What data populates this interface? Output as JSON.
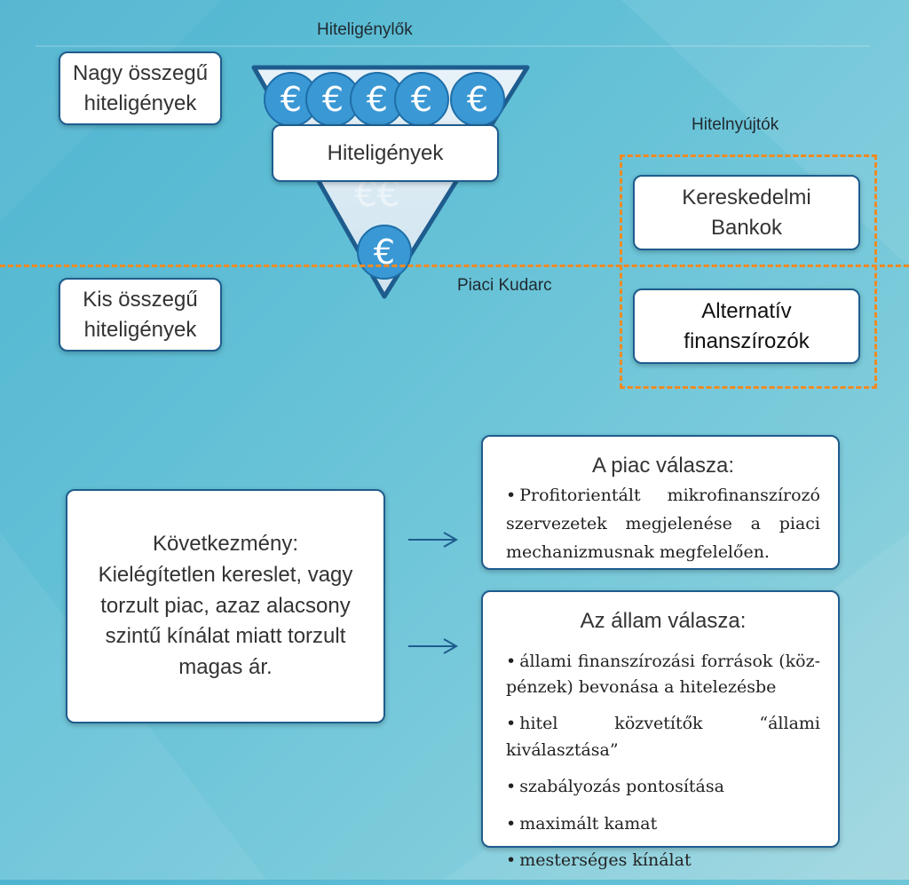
{
  "top_label": "Hiteligénylők",
  "right_label": "Hitelnyújtók",
  "funnel_box": "Hiteligények",
  "market_failure": "Piaci Kudarc",
  "large_requests": [
    "Nagy összegű",
    "hiteligények"
  ],
  "small_requests": [
    "Kis összegű",
    "hiteligények"
  ],
  "lenders": [
    [
      "Kereskedelmi",
      "Bankok"
    ],
    [
      "Alternatív",
      "finanszírozók"
    ]
  ],
  "consequence": [
    "Következmény:",
    "Kielégítetlen kereslet, vagy",
    "torzult piac, azaz alacsony",
    "szintű kínálat miatt torzult",
    "magas ár."
  ],
  "market_response": {
    "title": "A piac válasza:",
    "items": [
      "Profitorientált mikrofinanszírozó szervezetek megjelenése a piaci mechanizmusnak megfelelően."
    ]
  },
  "state_response": {
    "title": "Az állam válasza:",
    "items": [
      "állami finanszírozási források (köz-pénzek) bevonása a hitelezésbe",
      "hitel közvetítők “állami kiválasztása”",
      "szabályozás pontosítása",
      "maximált kamat",
      "mesterséges kínálat"
    ]
  },
  "colors": {
    "accent": "#f08a24",
    "border": "#1e5c8e",
    "coin": "#3a98d4"
  },
  "icons": [
    "euro-coin-icon",
    "arrow-right-icon"
  ]
}
